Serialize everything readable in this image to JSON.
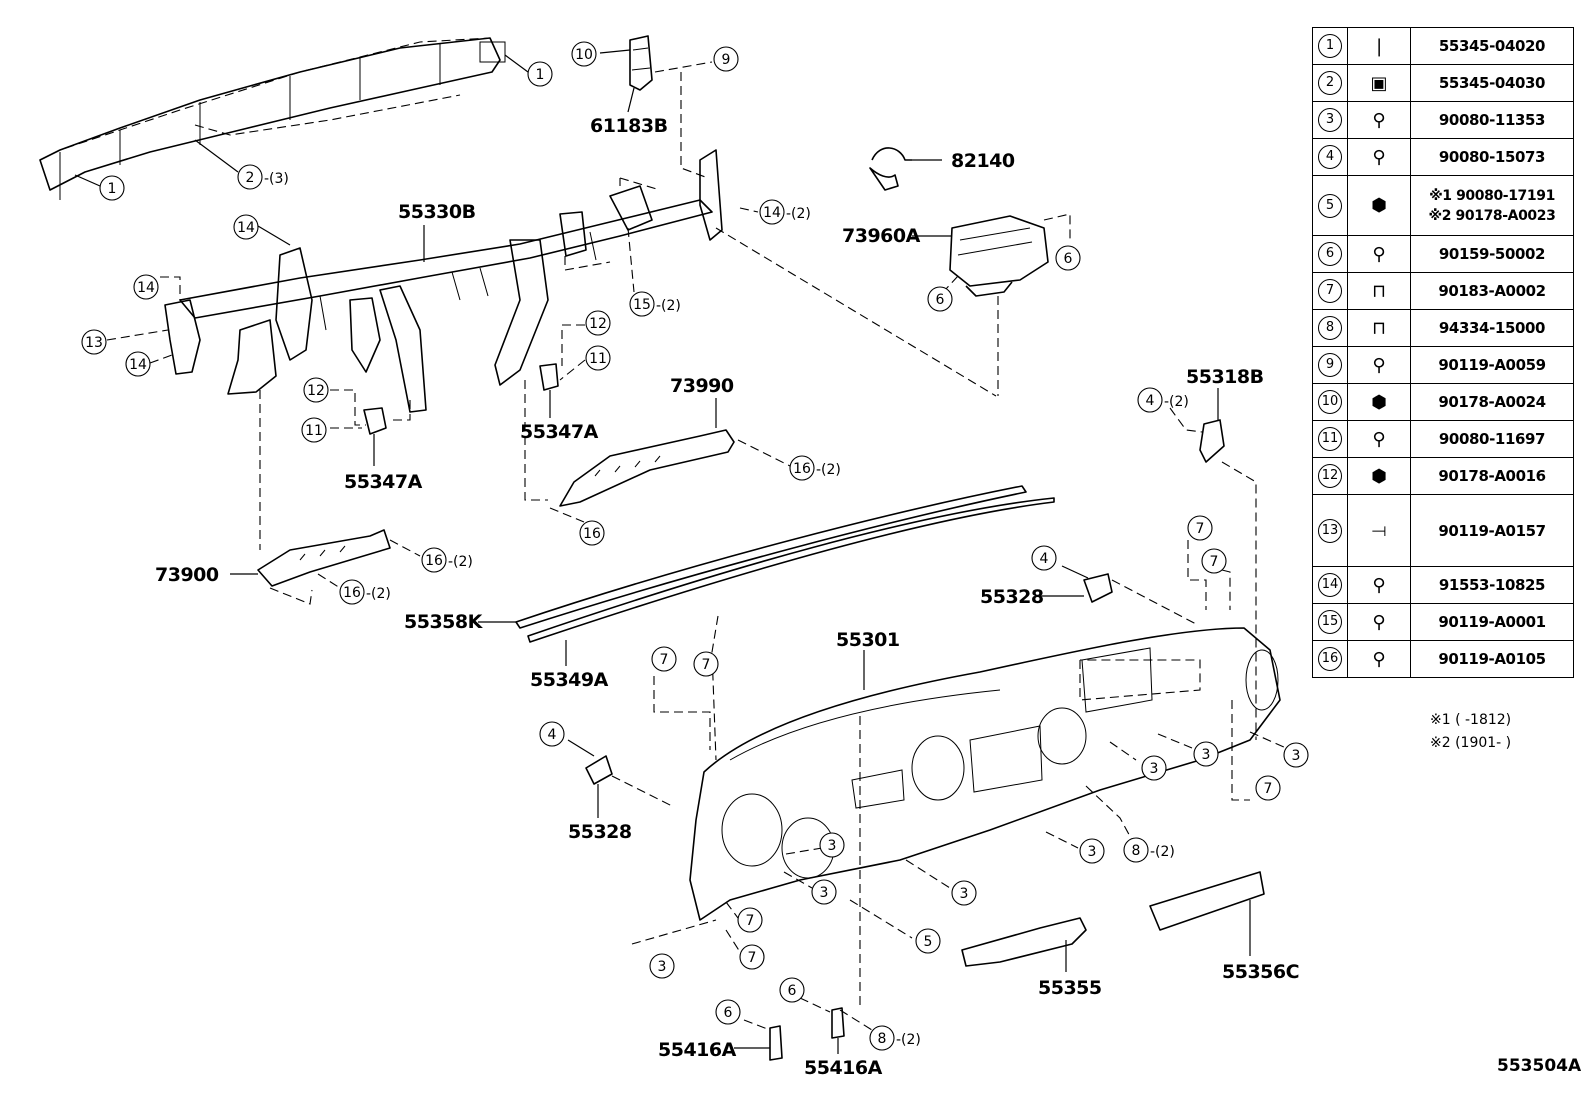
{
  "diagram_id": "553504A",
  "labels": {
    "reinforcement": "55330B",
    "bracket_top": "61183B",
    "wire": "82140",
    "knee_airbag": "73960A",
    "brace_left": "55347A",
    "brace_center": "55347A",
    "air_duct_right": "73990",
    "air_duct_left": "73900",
    "bracket_right_top": "55318B",
    "bracket_right": "55328",
    "bracket_left": "55328",
    "trim_strip": "55358K",
    "moulding": "55349A",
    "panel": "55301",
    "silencer_1": "55355",
    "silencer_2": "55356C",
    "brace_bottom_1": "55416A",
    "brace_bottom_2": "55416A"
  },
  "callouts": {
    "c1a": "1",
    "c1b": "1",
    "c2": "2",
    "c2q": "-(3)",
    "c10": "10",
    "c9": "9",
    "c14a": "14",
    "c14b": "14",
    "c14c": "14",
    "c14d": "14",
    "c14q": "-(2)",
    "c13": "13",
    "c12a": "12",
    "c11a": "11",
    "c12b": "12",
    "c11b": "11",
    "c15": "15",
    "c15q": "-(2)",
    "c6a": "6",
    "c6b": "6",
    "c16a": "16",
    "c16aq": "-(2)",
    "c16b": "16",
    "c16c": "16",
    "c16cq": "-(2)",
    "c16d": "16",
    "c16dq": "-(2)",
    "c4a": "4",
    "c4aq": "-(2)",
    "c4b": "4",
    "c4c": "4",
    "c7a": "7",
    "c7b": "7",
    "c7c": "7",
    "c7d": "7",
    "c7e": "7",
    "c7f": "7",
    "c7g": "7",
    "c3a": "3",
    "c3b": "3",
    "c3c": "3",
    "c3d": "3",
    "c3e": "3",
    "c3f": "3",
    "c3g": "3",
    "c3h": "3",
    "c8a": "8",
    "c8aq": "-(2)",
    "c8b": "8",
    "c8bq": "-(2)",
    "c5": "5",
    "c6c": "6",
    "c6d": "6"
  },
  "table": {
    "rows": [
      {
        "num": "1",
        "icon": "clip-icon",
        "glyph": "❘",
        "pn": "55345-04020"
      },
      {
        "num": "2",
        "icon": "clip-icon",
        "glyph": "▣",
        "pn": "55345-04030"
      },
      {
        "num": "3",
        "icon": "screw-icon",
        "glyph": "⚲",
        "pn": "90080-11353"
      },
      {
        "num": "4",
        "icon": "screw-icon",
        "glyph": "⚲",
        "pn": "90080-15073"
      },
      {
        "num": "5",
        "icon": "nut-icon",
        "glyph": "⬢",
        "pn_lines": [
          "※1 90080-17191",
          "※2 90178-A0023"
        ]
      },
      {
        "num": "6",
        "icon": "screw-icon",
        "glyph": "⚲",
        "pn": "90159-50002"
      },
      {
        "num": "7",
        "icon": "nut-clip-icon",
        "glyph": "⊓",
        "pn": "90183-A0002"
      },
      {
        "num": "8",
        "icon": "nut-clip-icon",
        "glyph": "⊓",
        "pn": "94334-15000"
      },
      {
        "num": "9",
        "icon": "screw-icon",
        "glyph": "⚲",
        "pn": "90119-A0059"
      },
      {
        "num": "10",
        "icon": "nut-icon",
        "glyph": "⬢",
        "pn": "90178-A0024"
      },
      {
        "num": "11",
        "icon": "screw-icon",
        "glyph": "⚲",
        "pn": "90080-11697"
      },
      {
        "num": "12",
        "icon": "nut-icon",
        "glyph": "⬢",
        "pn": "90178-A0016"
      },
      {
        "num": "13",
        "icon": "bolt-icon",
        "glyph": "⟞",
        "pn": "90119-A0157"
      },
      {
        "num": "14",
        "icon": "screw-icon",
        "glyph": "⚲",
        "pn": "91553-10825"
      },
      {
        "num": "15",
        "icon": "screw-icon",
        "glyph": "⚲",
        "pn": "90119-A0001"
      },
      {
        "num": "16",
        "icon": "screw-icon",
        "glyph": "⚲",
        "pn": "90119-A0105"
      }
    ]
  },
  "notes": {
    "note1": "※1 (      -1812)",
    "note2": "※2 (1901-       )"
  }
}
